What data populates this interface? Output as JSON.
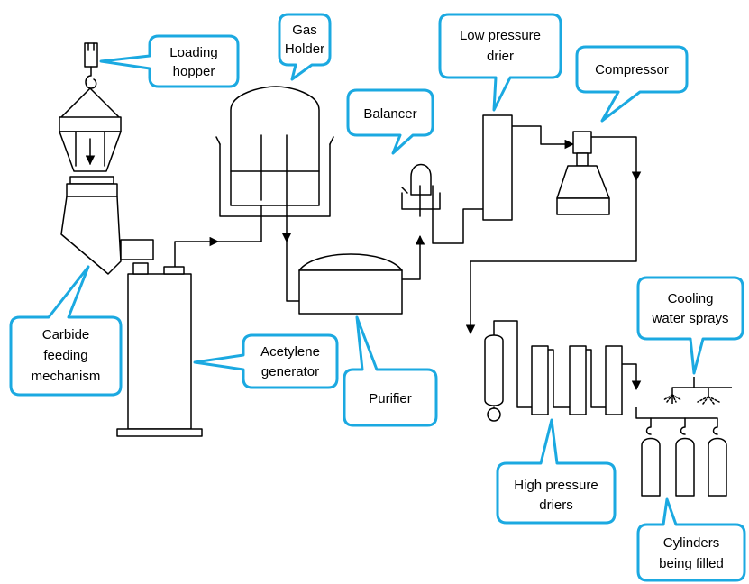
{
  "colors": {
    "callout_border": "#1ba9e1",
    "line": "#000000",
    "background": "#ffffff"
  },
  "labels": {
    "loading_hopper": [
      "Loading",
      "hopper"
    ],
    "gas_holder": [
      "Gas",
      "Holder"
    ],
    "balancer": [
      "Balancer"
    ],
    "low_pressure_drier": [
      "Low pressure",
      "drier"
    ],
    "compressor": [
      "Compressor"
    ],
    "cooling_water_sprays": [
      "Cooling",
      "water sprays"
    ],
    "carbide_feeding_mechanism": [
      "Carbide",
      "feeding",
      "mechanism"
    ],
    "acetylene_generator": [
      "Acetylene",
      "generator"
    ],
    "purifier": [
      "Purifier"
    ],
    "high_pressure_driers": [
      "High pressure",
      "driers"
    ],
    "cylinders_being_filled": [
      "Cylinders",
      "being filled"
    ]
  }
}
